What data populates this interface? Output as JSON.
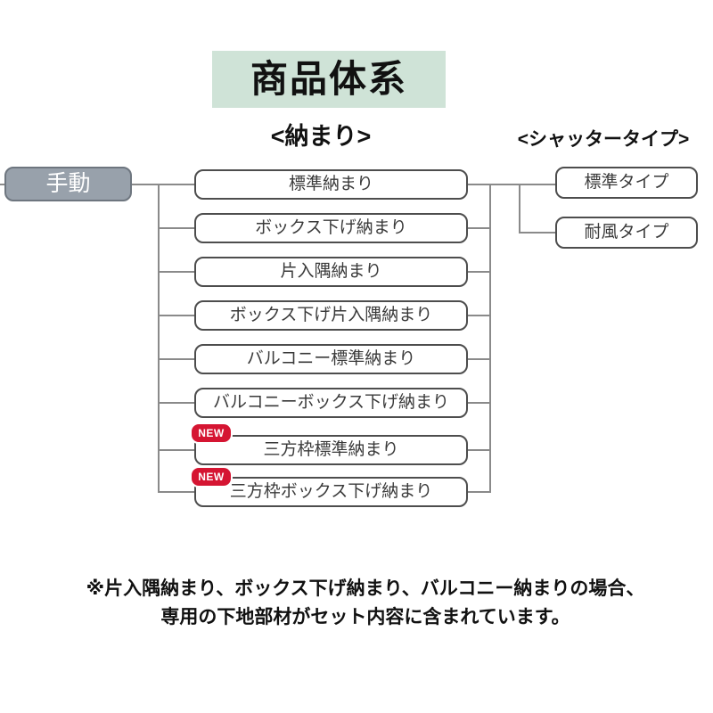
{
  "title": "商品体系",
  "column_headers": {
    "nakamari": "<納まり>",
    "shutter_type": "<シャッタータイプ>"
  },
  "root": {
    "label": "手動"
  },
  "nakamari_items": [
    {
      "label": "標準納まり"
    },
    {
      "label": "ボックス下げ納まり"
    },
    {
      "label": "片入隅納まり"
    },
    {
      "label": "ボックス下げ片入隅納まり"
    },
    {
      "label": "バルコニー標準納まり"
    },
    {
      "label": "バルコニーボックス下げ納まり"
    },
    {
      "label": "三方枠標準納まり",
      "badge": "NEW"
    },
    {
      "label": "三方枠ボックス下げ納まり",
      "badge": "NEW"
    }
  ],
  "shutter_type_items": [
    {
      "label": "標準タイプ"
    },
    {
      "label": "耐風タイプ"
    }
  ],
  "note_lines": [
    "※片入隅納まり、ボックス下げ納まり、バルコニー納まりの場合、",
    "専用の下地部材がセット内容に含まれています。"
  ],
  "colors": {
    "title_bg": "#cfe3d7",
    "root_bg": "#98a1ab",
    "root_border": "#6e767f",
    "box_border": "#4d4d4d",
    "badge_bg": "#d51532",
    "line": "#8a8a8a"
  }
}
